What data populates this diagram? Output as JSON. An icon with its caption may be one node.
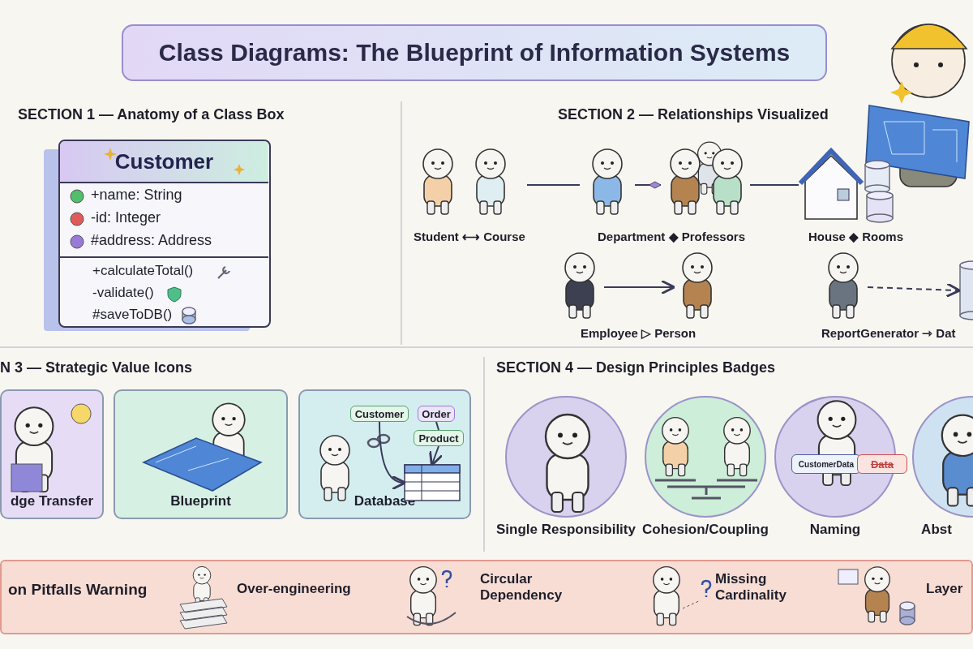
{
  "diagram": {
    "title": "Class Diagrams: The Blueprint of Information Systems",
    "nodes": [
      {
        "text": [
          "Customer",
          "+name: String",
          "-id: Integer",
          "#address: Address",
          "+calculateTotal()",
          "-validate()",
          "#saveToDB()"
        ]
      },
      {
        "text": [],
        "shape": "picture"
      },
      {
        "text": [],
        "shape": "picture"
      },
      {
        "text": [],
        "shape": "picture"
      },
      {
        "text": [],
        "shape": "picture"
      },
      {
        "text": [],
        "shape": "picture"
      },
      {
        "text": [],
        "shape": "picture"
      },
      {
        "text": [],
        "shape": "picture"
      },
      {
        "text": [],
        "shape": "cylinder"
      },
      {
        "text": [
          "dge Transfer"
        ]
      },
      {
        "text": [
          "Blueprint"
        ]
      },
      {
        "text": [
          "Database"
        ]
      },
      {
        "text": [
          "Customer"
        ],
        "in": 11
      },
      {
        "text": [
          "Order"
        ],
        "in": 11
      },
      {
        "text": [
          "Product"
        ],
        "in": 11
      },
      {
        "text": [],
        "shape": "picture",
        "in": 11
      },
      {
        "text": [
          "Single Responsibility"
        ]
      },
      {
        "text": [
          "Cohesion/Coupling"
        ]
      },
      {
        "text": [
          "Naming"
        ]
      },
      {
        "text": [
          "CustomerData"
        ],
        "in": 18
      },
      {
        "text": [
          "Data"
        ],
        "in": 18
      },
      {
        "text": [
          "Abst"
        ]
      },
      {
        "text": [
          "on Pitfalls Warning",
          "Over-engineering",
          "Circular Dependency",
          "Missing Cardinality",
          "Layer"
        ]
      }
    ],
    "edges": [
      {
        "from": 1,
        "to": 2,
        "arrow": "none"
      },
      {
        "from": 2,
        "to": 3,
        "arrow": "other"
      },
      {
        "from": 3,
        "to": 4,
        "arrow": "none"
      },
      {
        "from": 5,
        "to": 6,
        "arrow": "to"
      },
      {
        "from": 7,
        "to": 8,
        "arrow": "to",
        "style": "dashed"
      },
      {
        "from": 12,
        "to": 15,
        "arrow": "to"
      },
      {
        "from": 13,
        "to": 14,
        "arrow": "none"
      },
      {
        "from": 14,
        "to": 15,
        "arrow": "to"
      }
    ],
    "labels": [
      "SECTION 1 — Anatomy of a Class Box",
      "SECTION 2 — Relationships Visualized",
      "Student ⟷ Course",
      "Department ◆ Professors",
      "House ◆ Rooms",
      "Employee ▷ Person",
      "ReportGenerator ⇾ Dat",
      "N 3 — Strategic Value Icons",
      "SECTION 4 — Design Principles Badges"
    ]
  }
}
